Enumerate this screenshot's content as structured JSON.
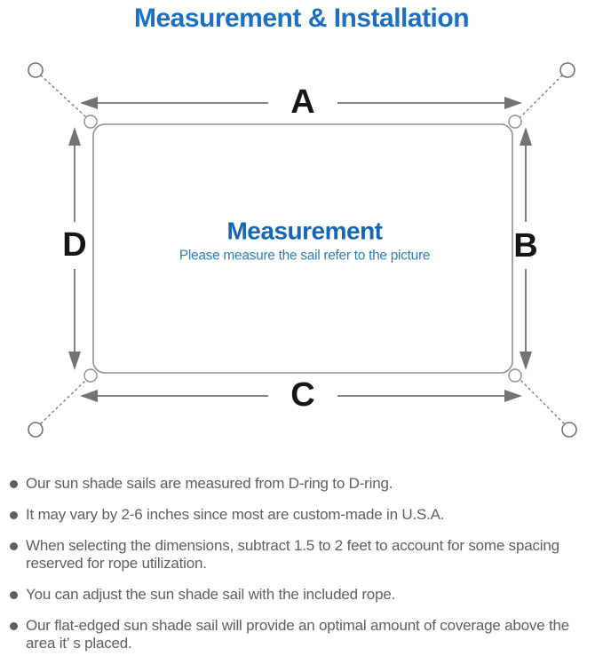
{
  "colors": {
    "title_blue": "#1b70c4",
    "center_blue": "#1767b0",
    "subtitle_blue": "#2f7fb5",
    "line_gray": "#8f8f8f",
    "arrow_gray": "#737373",
    "dash_gray": "#7d7d7d",
    "label_black": "#161616",
    "text_gray": "#5c5f63",
    "bg": "#ffffff"
  },
  "header": {
    "title": "Measurement & Installation"
  },
  "diagram": {
    "labels": {
      "top": "A",
      "right": "B",
      "bottom": "C",
      "left": "D"
    },
    "center_title": "Measurement",
    "center_subtitle": "Please measure the sail refer to the picture"
  },
  "notes": {
    "items": [
      "Our sun shade sails are measured from D-ring to D-ring.",
      "It may vary by 2-6 inches since most are custom-made in U.S.A.",
      "When selecting the dimensions, subtract 1.5 to 2 feet to account for some spacing reserved for rope utilization.",
      "You can adjust the sun shade sail with the included rope.",
      "Our flat-edged sun shade sail will provide an optimal amount of coverage above the area it’ s placed."
    ]
  }
}
